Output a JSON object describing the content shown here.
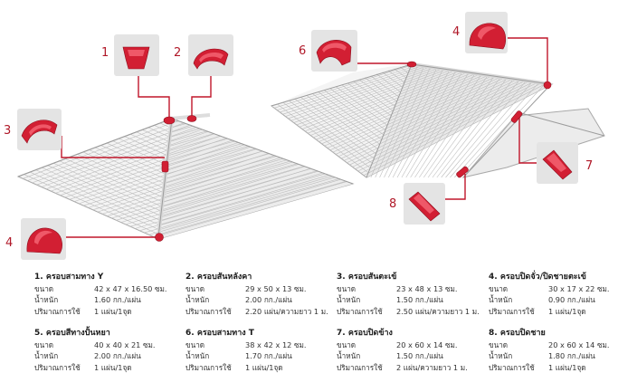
{
  "callouts": [
    "1",
    "2",
    "3",
    "4",
    "4",
    "6",
    "7",
    "8"
  ],
  "colors": {
    "tile_red": "#d21f33",
    "leader_red": "#c0162a",
    "thumb_bg": "#e4e4e4",
    "roof": "#f2f2f2"
  },
  "specs": [
    {
      "title": "1. ครอบสามทาง Y",
      "rows": [
        {
          "label": "ขนาด",
          "value": "42 x 47 x 16.50 ซม."
        },
        {
          "label": "น้ำหนัก",
          "value": "1.60 กก./แผ่น"
        },
        {
          "label": "ปริมาณการใช้",
          "value": "1 แผ่น/1จุด"
        }
      ]
    },
    {
      "title": "2. ครอบสันหลังคา",
      "rows": [
        {
          "label": "ขนาด",
          "value": "29 x 50 x 13 ซม."
        },
        {
          "label": "น้ำหนัก",
          "value": "2.00 กก./แผ่น"
        },
        {
          "label": "ปริมาณการใช้",
          "value": "2.20 แผ่น/ความยาว 1 ม."
        }
      ]
    },
    {
      "title": "3. ครอบสันตะเข้",
      "rows": [
        {
          "label": "ขนาด",
          "value": "23 x 48 x 13 ซม."
        },
        {
          "label": "น้ำหนัก",
          "value": "1.50 กก./แผ่น"
        },
        {
          "label": "ปริมาณการใช้",
          "value": "2.50 แผ่น/ความยาว 1 ม."
        }
      ]
    },
    {
      "title": "4. ครอบปิดจั่ว/ปิดชายตะเข้",
      "rows": [
        {
          "label": "ขนาด",
          "value": "30 x 17 x 22 ซม."
        },
        {
          "label": "น้ำหนัก",
          "value": "0.90 กก./แผ่น"
        },
        {
          "label": "ปริมาณการใช้",
          "value": "1 แผ่น/1จุด"
        }
      ]
    },
    {
      "title": "5. ครอบสีทางปั้นหยา",
      "rows": [
        {
          "label": "ขนาด",
          "value": "40 x 40 x 21 ซม."
        },
        {
          "label": "น้ำหนัก",
          "value": "2.00 กก./แผ่น"
        },
        {
          "label": "ปริมาณการใช้",
          "value": "1 แผ่น/1จุด"
        }
      ]
    },
    {
      "title": "6. ครอบสามทาง T",
      "rows": [
        {
          "label": "ขนาด",
          "value": "38 x 42 x 12 ซม."
        },
        {
          "label": "น้ำหนัก",
          "value": "1.70 กก./แผ่น"
        },
        {
          "label": "ปริมาณการใช้",
          "value": "1 แผ่น/1จุด"
        }
      ]
    },
    {
      "title": "7. ครอบปิดข้าง",
      "rows": [
        {
          "label": "ขนาด",
          "value": "20 x 60 x 14 ซม."
        },
        {
          "label": "น้ำหนัก",
          "value": "1.50 กก./แผ่น"
        },
        {
          "label": "ปริมาณการใช้",
          "value": "2 แผ่น/ความยาว 1 ม."
        }
      ]
    },
    {
      "title": "8. ครอบปิดชาย",
      "rows": [
        {
          "label": "ขนาด",
          "value": "20 x 60 x 14 ซม."
        },
        {
          "label": "น้ำหนัก",
          "value": "1.80 กก./แผ่น"
        },
        {
          "label": "ปริมาณการใช้",
          "value": "1 แผ่น/1จุด"
        }
      ]
    }
  ]
}
